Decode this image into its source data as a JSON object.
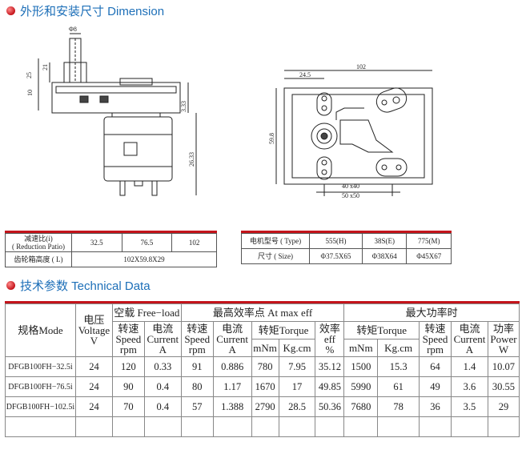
{
  "section1": {
    "title": "外形和安装尺寸 Dimension"
  },
  "section2": {
    "title": "技术参数 Technical Data"
  },
  "drawing_left": {
    "dim_phi": "Φ8",
    "dim_25": "25",
    "dim_21": "21",
    "dim_10": "10",
    "dim_333": "3.33",
    "dim_2633": "26.33"
  },
  "drawing_right": {
    "dim_102": "102",
    "dim_245": "24.5",
    "dim_598": "59.8",
    "dim_40": "40 x40",
    "dim_50": "50 x50"
  },
  "ratio_table": {
    "row1_label": "减速比(i)\n( Reduction Patio)",
    "row1_values": [
      "32.5",
      "76.5",
      "102"
    ],
    "row2_label": "齿轮箱高度 ( L)",
    "row2_value": "102X59.8X29"
  },
  "motor_table": {
    "row1_label": "电机型号 ( Type)",
    "row1_values": [
      "555(H)",
      "38S(E)",
      "775(M)"
    ],
    "row2_label": "尺寸 ( Size)",
    "row2_values": [
      "Φ37.5X65",
      "Φ38X64",
      "Φ45X67"
    ]
  },
  "tech_table": {
    "h_model": "规格Mode",
    "h_voltage": "电压\nVoltage\nV",
    "h_freeload": "空载 Free−load",
    "h_maxeff": "最高效率点 At max eff",
    "h_maxpower": "最大功率时",
    "h_speed": "转速\nSpeed\nrpm",
    "h_current": "电流\nCurrent\nA",
    "h_torque": "转矩Torque",
    "h_eff": "效率\neff\n%",
    "h_power": "功率\nPower\nW",
    "h_mnm": "mNm",
    "h_kgcm": "Kg.cm",
    "rows": [
      [
        "DFGB100FH−32.5i",
        "24",
        "120",
        "0.33",
        "91",
        "0.886",
        "780",
        "7.95",
        "35.12",
        "1500",
        "15.3",
        "64",
        "1.4",
        "10.07"
      ],
      [
        "DFGB100FH−76.5i",
        "24",
        "90",
        "0.4",
        "80",
        "1.17",
        "1670",
        "17",
        "49.85",
        "5990",
        "61",
        "49",
        "3.6",
        "30.55"
      ],
      [
        "DFGB100FH−102.5i",
        "24",
        "70",
        "0.4",
        "57",
        "1.388",
        "2790",
        "28.5",
        "50.36",
        "7680",
        "78",
        "36",
        "3.5",
        "29"
      ]
    ]
  }
}
